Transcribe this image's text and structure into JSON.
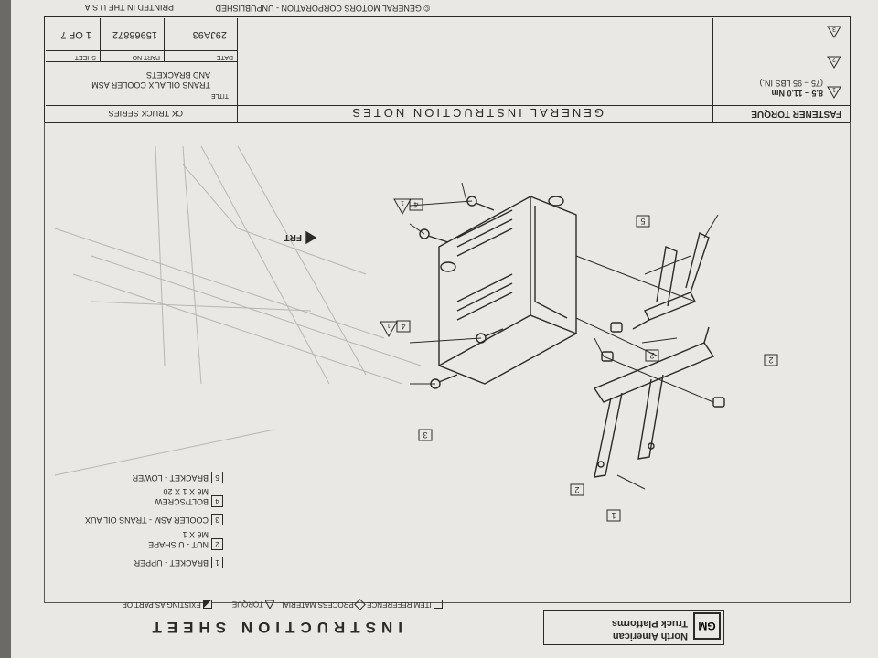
{
  "printed_note": "PRINTED IN THE U.S.A.",
  "copyright": "© GENERAL MOTORS CORPORATION - UNPUBLISHED",
  "header": {
    "fastener_torque_label": "FASTENER TORQUE",
    "series": "CK TRUCK SERIES",
    "notes_title": "GENERAL INSTRUCTION NOTES",
    "torque_value": "8.5 – 11.0 Nm",
    "torque_value_lbs": "(75 – 95 LBS IN.)",
    "torque_marks": [
      "1",
      "2",
      "3"
    ],
    "title_label": "TITLE",
    "title_line1": "TRANS OIL AUX COOLER ASM",
    "title_line2": "AND BRACKETS",
    "date_label": "DATE",
    "date_value": "29JA93",
    "part_label": "PART NO",
    "part_value": "15968872",
    "sheet_label": "SHEET",
    "sheet_value": "1 OF 7"
  },
  "footer": {
    "logo": "GM",
    "org_line1": "North American",
    "org_line2": "Truck Platforms",
    "sheet_title": "INSTRUCTION SHEET",
    "legend": {
      "item_reference": "ITEM REFERENCE",
      "process_material": "PROCESS MATERIAL",
      "torque": "TORQUE",
      "existing": "EXISTING AS PART OF"
    }
  },
  "parts": [
    {
      "num": "1",
      "name": "BRACKET - UPPER",
      "spec": ""
    },
    {
      "num": "2",
      "name": "NUT - U SHAPE",
      "spec": "M6 X 1"
    },
    {
      "num": "3",
      "name": "COOLER ASM - TRANS OIL AUX",
      "spec": ""
    },
    {
      "num": "4",
      "name": "BOLT/SCREW",
      "spec": "M6 X 1 X 20"
    },
    {
      "num": "5",
      "name": "BRACKET - LOWER",
      "spec": ""
    }
  ],
  "diagram": {
    "front_label": "FRT",
    "callouts": [
      "1",
      "2",
      "2",
      "2",
      "3",
      "4",
      "4",
      "5"
    ],
    "torque_marks": [
      "1",
      "1"
    ]
  }
}
